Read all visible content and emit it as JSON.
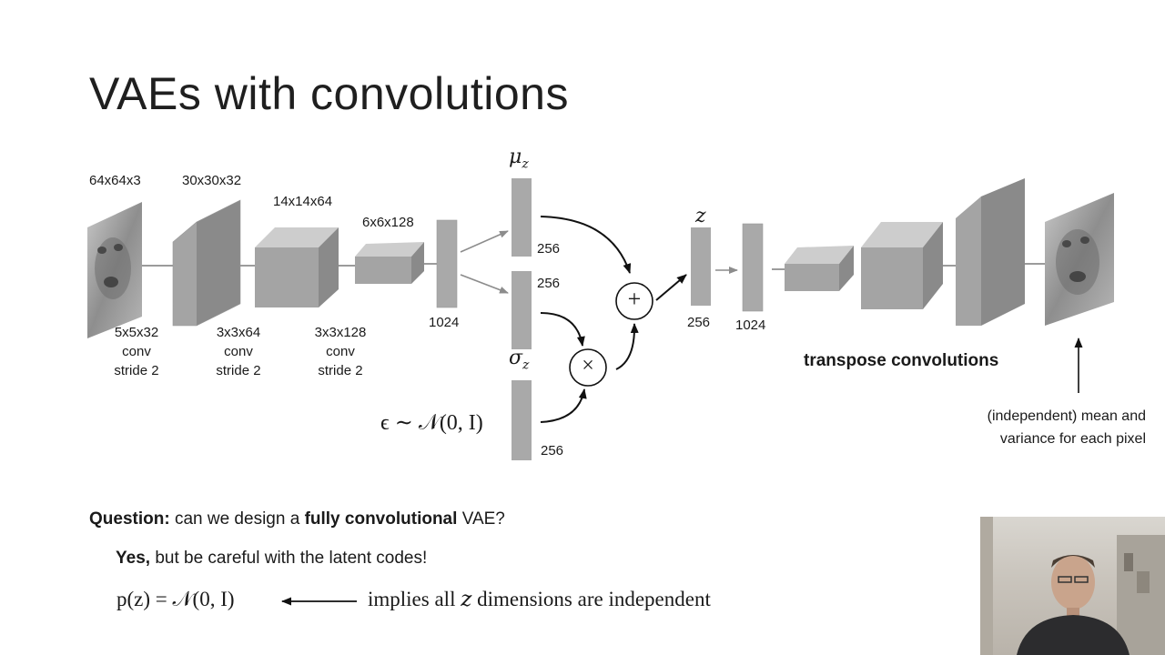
{
  "slide": {
    "title": "VAEs with convolutions"
  },
  "diagram": {
    "encoder": {
      "input_dim": "64x64x3",
      "layer1_dim": "30x30x32",
      "layer2_dim": "14x14x64",
      "layer3_dim": "6x6x128",
      "flat_dim": "1024",
      "conv1": [
        "5x5x32",
        "conv",
        "stride 2"
      ],
      "conv2": [
        "3x3x64",
        "conv",
        "stride 2"
      ],
      "conv3": [
        "3x3x128",
        "conv",
        "stride 2"
      ]
    },
    "latent": {
      "mu_label": "μ",
      "mu_sub": "z",
      "mu_dim": "256",
      "sigma_label": "σ",
      "sigma_sub": "z",
      "sigma_dim": "256",
      "eps_formula": "ϵ ∼ 𝒩(0, I)",
      "eps_dim": "256",
      "plus_symbol": "+",
      "times_symbol": "×",
      "z_label": "z",
      "z_dim": "256"
    },
    "decoder": {
      "flat_dim": "1024",
      "caption": "transpose convolutions",
      "output_note": [
        "(independent) mean and",
        "variance for each pixel"
      ]
    }
  },
  "question": {
    "label": "Question:",
    "pre": "can we design a",
    "emph": "fully convolutional",
    "post": "VAE?",
    "answer_bold": "Yes,",
    "answer_rest": "but be careful with the latent codes!",
    "formula_lhs": "p(z) = 𝒩(0, I)",
    "formula_note_pre": "implies all",
    "formula_note_var": "z",
    "formula_note_post": "dimensions are independent"
  },
  "colors": {
    "block_front": "#a4a4a4",
    "block_top": "#cdcdcd",
    "block_side": "#8a8a8a",
    "vector": "#a9a9a9",
    "arrow_gray": "#8c8c8c",
    "arrow_black": "#111111"
  }
}
